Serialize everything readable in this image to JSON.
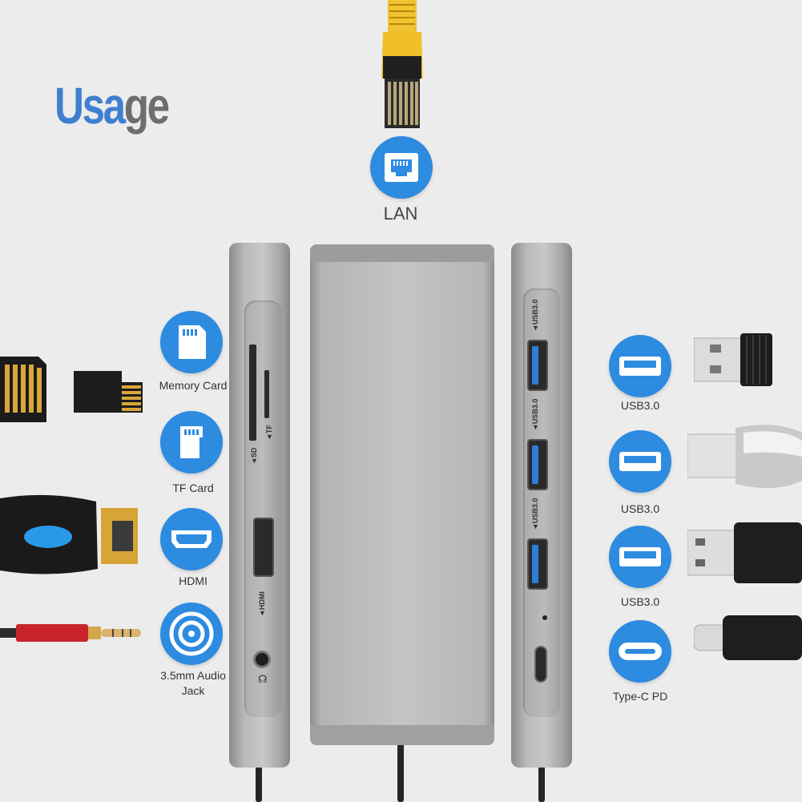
{
  "title": {
    "part1": "Usa",
    "part2": "ge"
  },
  "lan": {
    "label": "LAN",
    "icon": "ethernet-port-icon"
  },
  "left_ports": [
    {
      "label": "Memory Card",
      "icon": "sd-card-icon"
    },
    {
      "label": "TF Card",
      "icon": "tf-card-icon"
    },
    {
      "label": "HDMI",
      "icon": "hdmi-icon"
    },
    {
      "label_line1": "3.5mm Audio",
      "label_line2": "Jack",
      "icon": "audio-jack-icon"
    }
  ],
  "right_ports": [
    {
      "label": "USB3.0",
      "icon": "usb-port-icon"
    },
    {
      "label": "USB3.0",
      "icon": "usb-port-icon"
    },
    {
      "label": "USB3.0",
      "icon": "usb-port-icon"
    },
    {
      "label": "Type-C PD",
      "icon": "type-c-port-icon"
    }
  ],
  "device_labels": {
    "tf": "◄TF",
    "sd": "◄SD",
    "hdmi": "◄HDMI",
    "usb1": "◄USB3.0",
    "usb2": "◄USB3.0",
    "usb3": "◄USB3.0"
  },
  "colors": {
    "accent": "#2d8be0",
    "title_blue": "#3f7fd1",
    "title_gray": "#6e6e6e",
    "background": "#ececec"
  }
}
